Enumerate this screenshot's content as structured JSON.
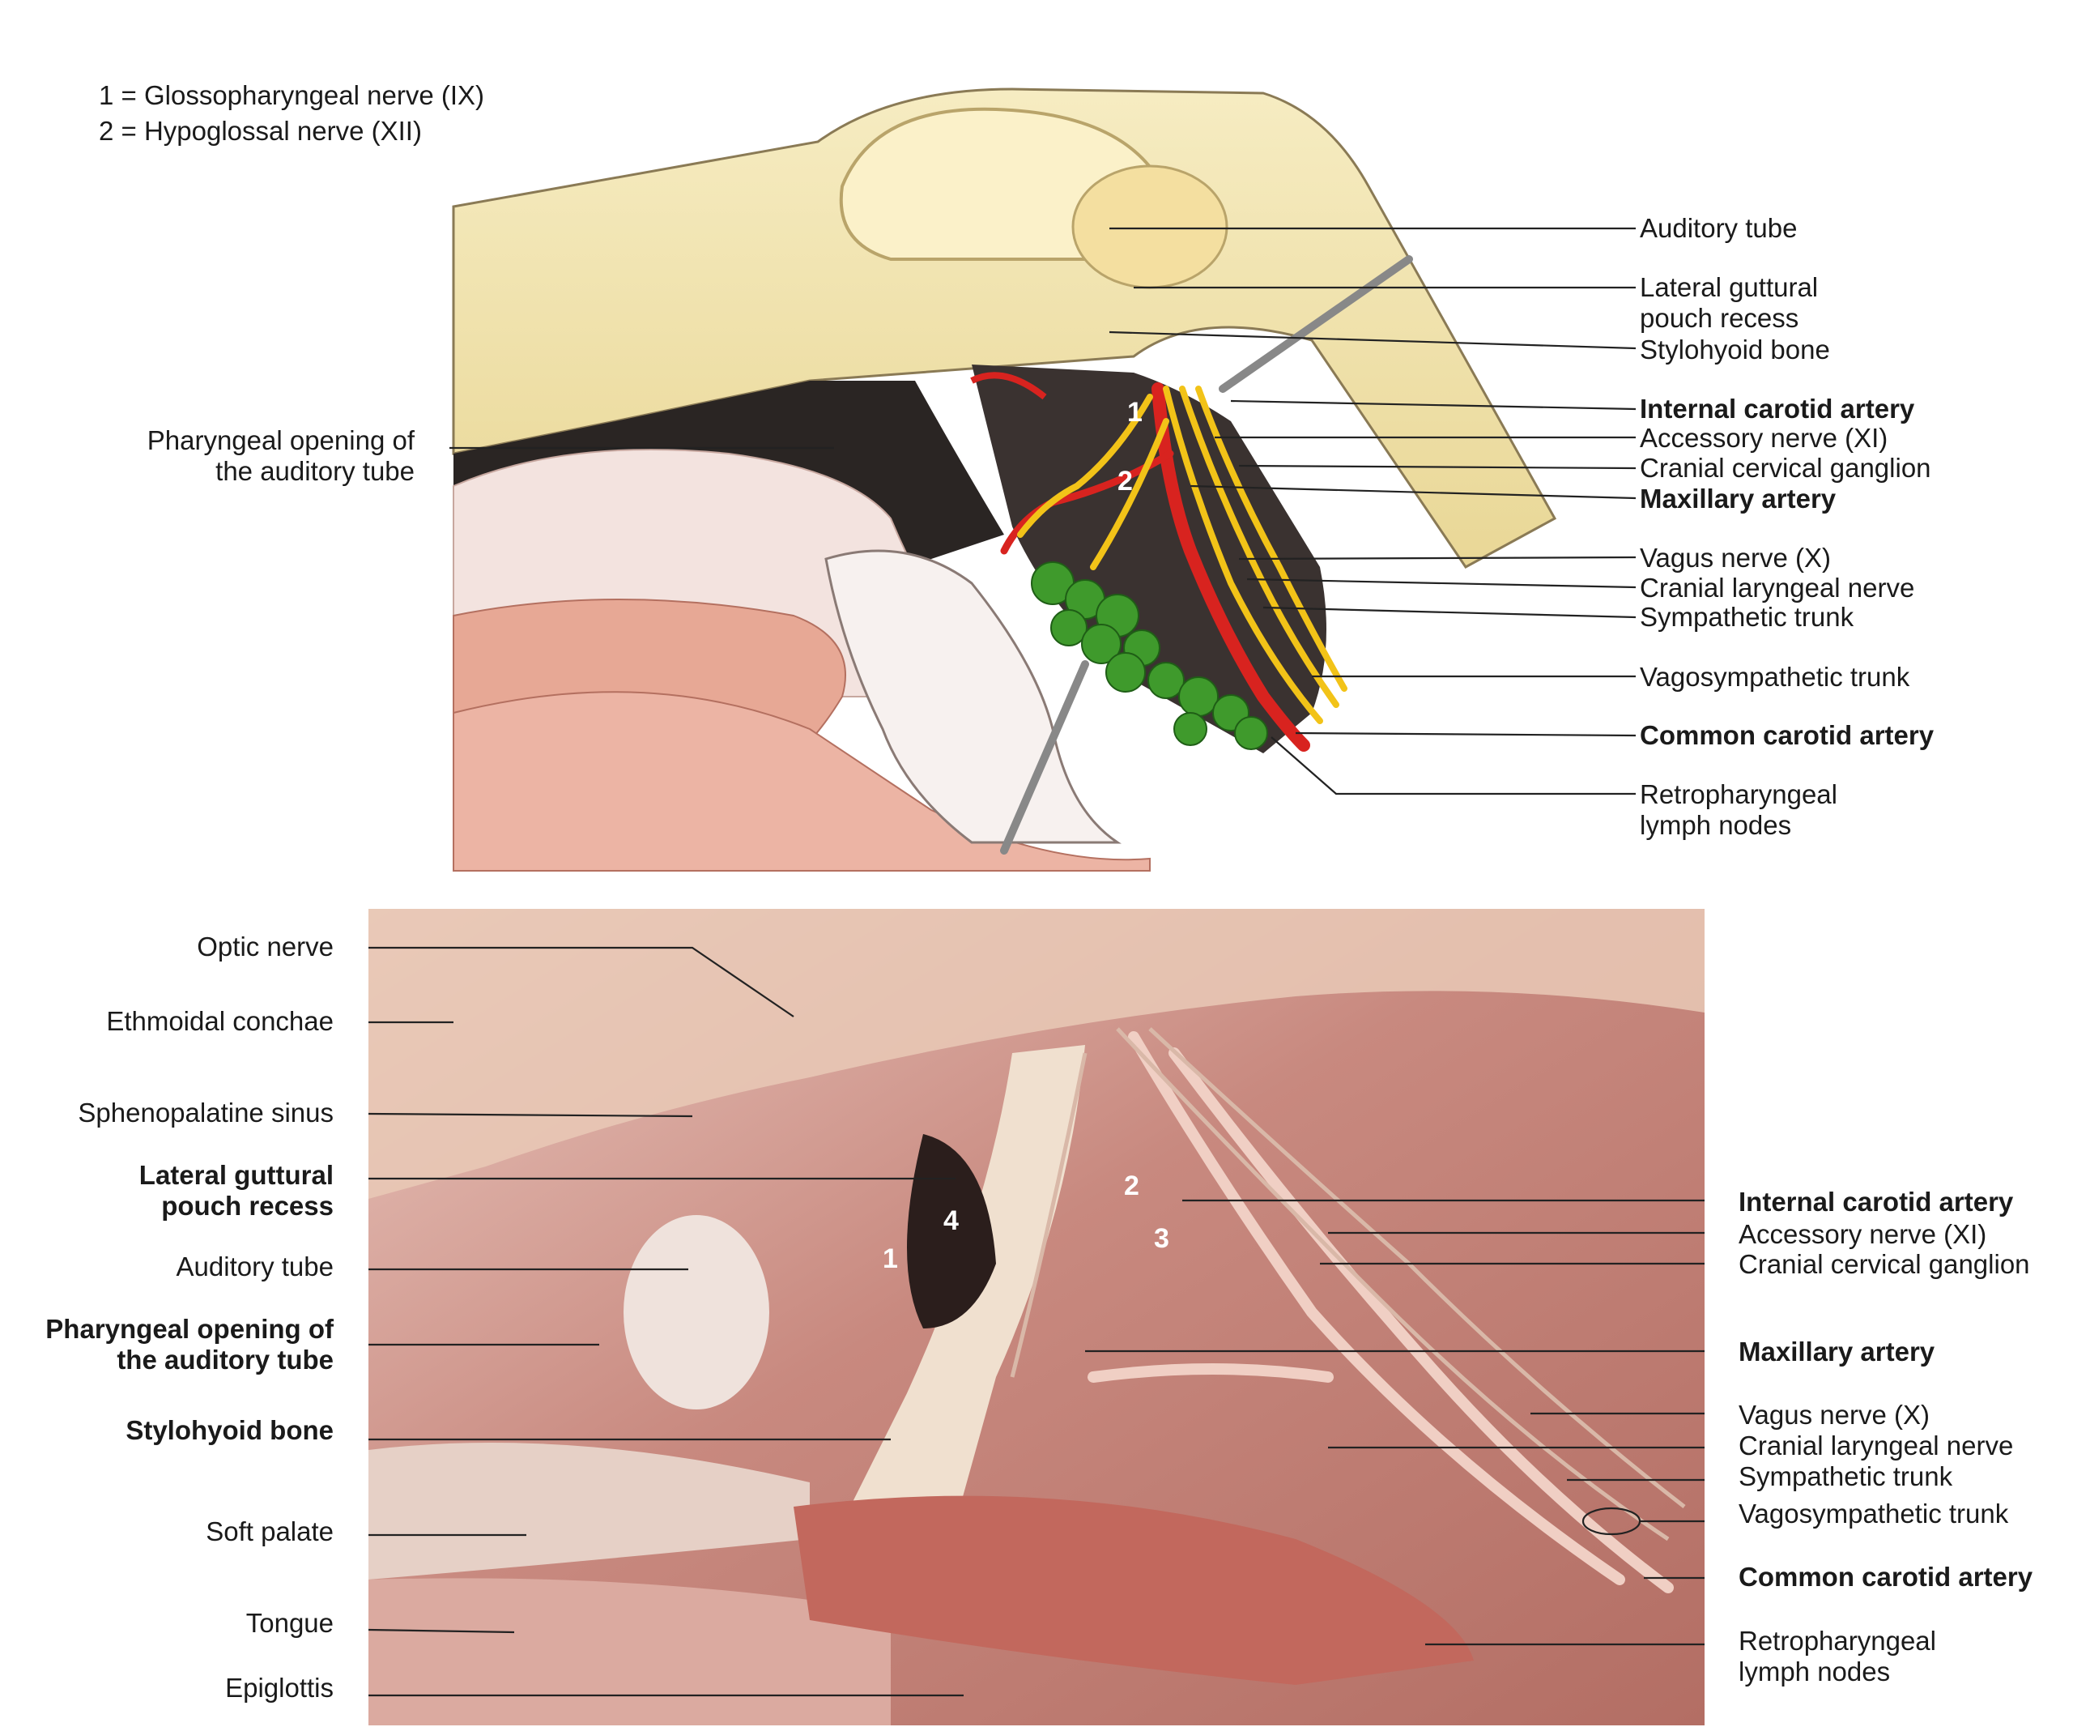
{
  "legend": {
    "item1": "1 = Glossopharyngeal nerve (IX)",
    "item2": "2 = Hypoglossal nerve (XII)"
  },
  "top_labels": {
    "auditory_tube": "Auditory tube",
    "lateral_guttural_pouch_recess_1": "Lateral guttural",
    "lateral_guttural_pouch_recess_2": "pouch recess",
    "stylohyoid_bone": "Stylohyoid bone",
    "internal_carotid_artery": "Internal carotid artery",
    "accessory_nerve": "Accessory nerve (XI)",
    "cranial_cervical_ganglion": "Cranial cervical ganglion",
    "maxillary_artery": "Maxillary artery",
    "vagus_nerve": "Vagus nerve (X)",
    "cranial_laryngeal_nerve": "Cranial laryngeal nerve",
    "sympathetic_trunk": "Sympathetic trunk",
    "vagosympathetic_trunk": "Vagosympathetic trunk",
    "common_carotid_artery": "Common carotid artery",
    "retropharyngeal_lymph_nodes_1": "Retropharyngeal",
    "retropharyngeal_lymph_nodes_2": "lymph nodes",
    "pharyngeal_opening_1": "Pharyngeal opening of",
    "pharyngeal_opening_2": "the auditory tube"
  },
  "bottom_labels_left": {
    "optic_nerve": "Optic nerve",
    "ethmoidal_conchae": "Ethmoidal conchae",
    "sphenopalatine_sinus": "Sphenopalatine sinus",
    "lateral_guttural_pouch_recess_1": "Lateral guttural",
    "lateral_guttural_pouch_recess_2": "pouch recess",
    "auditory_tube": "Auditory tube",
    "pharyngeal_opening_1": "Pharyngeal opening of",
    "pharyngeal_opening_2": "the auditory tube",
    "stylohyoid_bone": "Stylohyoid bone",
    "soft_palate": "Soft palate",
    "tongue": "Tongue",
    "epiglottis": "Epiglottis"
  },
  "bottom_labels_right": {
    "internal_carotid_artery": "Internal carotid artery",
    "accessory_nerve": "Accessory nerve (XI)",
    "cranial_cervical_ganglion": "Cranial cervical ganglion",
    "maxillary_artery": "Maxillary artery",
    "vagus_nerve": "Vagus nerve (X)",
    "cranial_laryngeal_nerve": "Cranial laryngeal nerve",
    "sympathetic_trunk": "Sympathetic trunk",
    "vagosympathetic_trunk": "Vagosympathetic trunk",
    "common_carotid_artery": "Common carotid artery",
    "retropharyngeal_lymph_nodes_1": "Retropharyngeal",
    "retropharyngeal_lymph_nodes_2": "lymph nodes"
  },
  "illustration_numbers": [
    "1",
    "2"
  ],
  "photo_numbers": [
    "1",
    "2",
    "3",
    "4"
  ],
  "colors": {
    "bone": "#f3e6b0",
    "muscle": "#e8a99a",
    "artery": "#d8231f",
    "nerve": "#f2c318",
    "lymph": "#3f9a2c",
    "mucosa": "#f4d9d2",
    "photo_bg": "#c98a80"
  }
}
